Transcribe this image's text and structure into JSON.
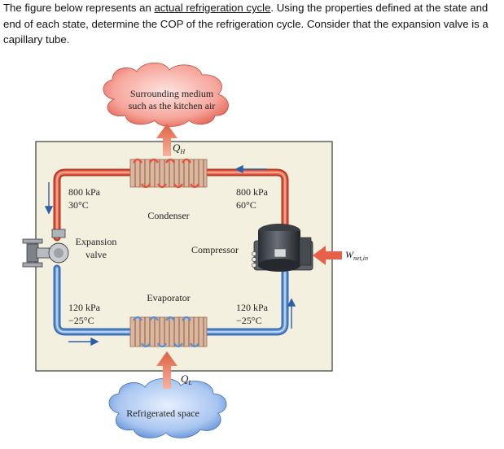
{
  "question": {
    "before_link": "The figure below represents an ",
    "link": "actual refrigeration cycle",
    "after_link": ".  Using the properties defined at the state and end of each state, determine the COP of the refrigeration cycle. Consider that the expansion valve is a capillary tube."
  },
  "diagram": {
    "surroundings_line1": "Surrounding medium",
    "surroundings_line2": "such as the kitchen air",
    "q_h": "Q",
    "q_h_sub": "H",
    "q_l": "Q",
    "q_l_sub": "L",
    "refrigerated_space": "Refrigerated space",
    "condenser": "Condenser",
    "evaporator": "Evaporator",
    "compressor": "Compressor",
    "expansion_line1": "Expansion",
    "expansion_line2": "valve",
    "work_in": "W",
    "work_in_sub": "net,in",
    "state_top_left": {
      "pressure": "800 kPa",
      "temperature": "30°C"
    },
    "state_top_right": {
      "pressure": "800 kPa",
      "temperature": "60°C"
    },
    "state_bottom_left": {
      "pressure": "120 kPa",
      "temperature": "−25°C"
    },
    "state_bottom_right": {
      "pressure": "120 kPa",
      "temperature": "−25°C"
    }
  },
  "colors": {
    "hot_line": "#e8503a",
    "cold_line": "#5a8fd1",
    "panel": "#f4f0df",
    "cloud_hot": "#f28b82",
    "cloud_cold": "#8fb3e8"
  }
}
